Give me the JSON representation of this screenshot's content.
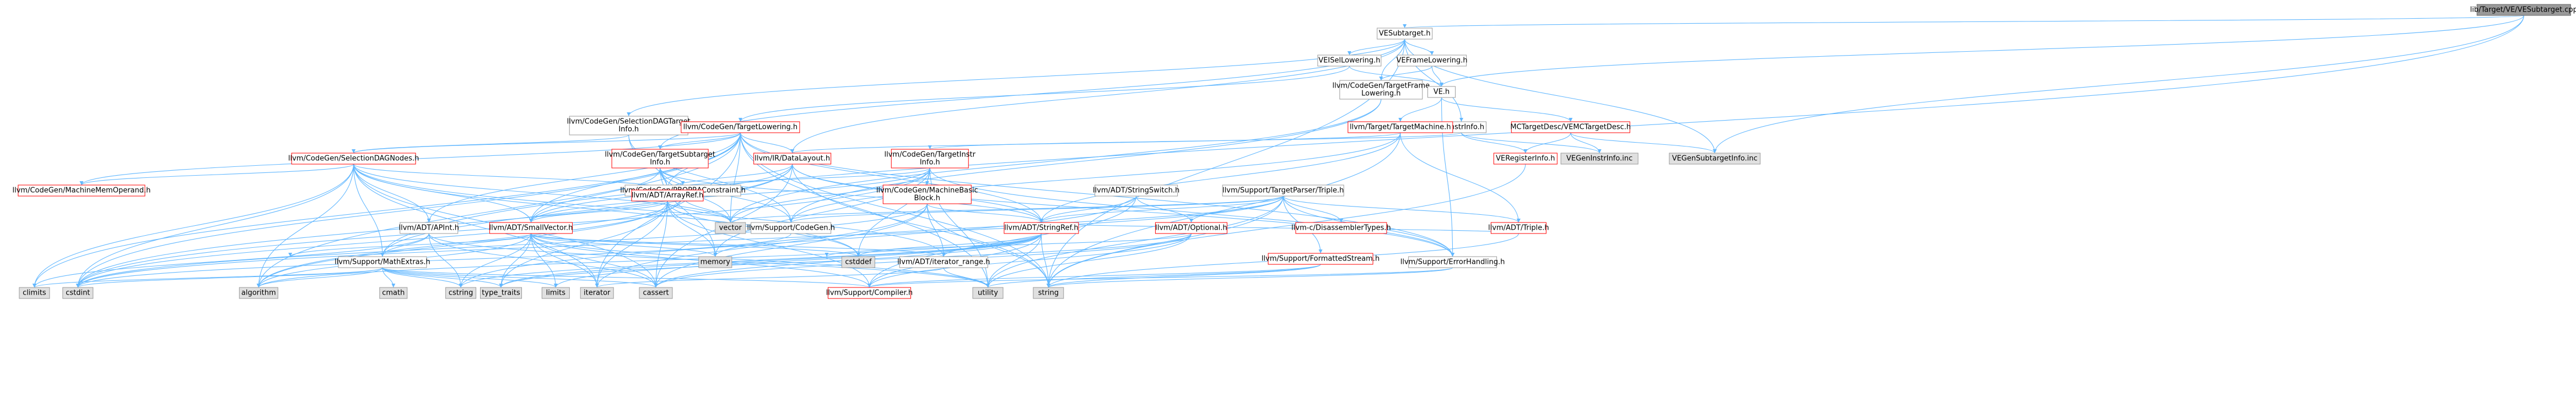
{
  "colors": {
    "edge": "#63b8ff",
    "default_fill": "#ffffff",
    "default_stroke": "#999999",
    "root_fill": "#999999",
    "root_stroke": "#666666",
    "red_stroke": "#ff0000",
    "gray_fill": "#e0e0e0",
    "gray_stroke": "#999999"
  },
  "nodes": [
    {
      "id": "root",
      "label": "lib/Target/VE/VESubtarget.cpp",
      "style": "root"
    },
    {
      "id": "vesubtarget_h",
      "label": "VESubtarget.h",
      "style": "normal"
    },
    {
      "id": "veisellowering_h",
      "label": "VEISelLowering.h",
      "style": "normal"
    },
    {
      "id": "veframelowering_h",
      "label": "VEFrameLowering.h",
      "style": "normal"
    },
    {
      "id": "tfl",
      "label": "llvm/CodeGen/TargetFrame\nLowering.h",
      "style": "normal"
    },
    {
      "id": "ve_h",
      "label": "VE.h",
      "style": "normal"
    },
    {
      "id": "seldagtargetinfo",
      "label": "llvm/CodeGen/SelectionDAGTarget\nInfo.h",
      "style": "normal"
    },
    {
      "id": "targetlowering",
      "label": "llvm/CodeGen/TargetLowering.h",
      "style": "red"
    },
    {
      "id": "veinstrinfo",
      "label": "VEInstrInfo.h",
      "style": "normal"
    },
    {
      "id": "targetmachine",
      "label": "llvm/Target/TargetMachine.h",
      "style": "red"
    },
    {
      "id": "mcvetargetdesc",
      "label": "MCTargetDesc/VEMCTargetDesc.h",
      "style": "red"
    },
    {
      "id": "vegensubtargetinfo",
      "label": "VEGenSubtargetInfo.inc",
      "style": "gray"
    },
    {
      "id": "vegeninstrinfo",
      "label": "VEGenInstrInfo.inc",
      "style": "gray"
    },
    {
      "id": "veregisterinfo",
      "label": "VERegisterInfo.h",
      "style": "red"
    },
    {
      "id": "seldagnodes",
      "label": "llvm/CodeGen/SelectionDAGNodes.h",
      "style": "red"
    },
    {
      "id": "targetsubtargetinfo",
      "label": "llvm/CodeGen/TargetSubtarget\nInfo.h",
      "style": "red"
    },
    {
      "id": "datalayout",
      "label": "llvm/IR/DataLayout.h",
      "style": "red"
    },
    {
      "id": "targetinstrinfo",
      "label": "llvm/CodeGen/TargetInstr\nInfo.h",
      "style": "red"
    },
    {
      "id": "machinememoperand",
      "label": "llvm/CodeGen/MachineMemOperand.h",
      "style": "red"
    },
    {
      "id": "pbqprac",
      "label": "llvm/CodeGen/PBQPRAConstraint.h",
      "style": "normal"
    },
    {
      "id": "arrayref",
      "label": "llvm/ADT/ArrayRef.h",
      "style": "red"
    },
    {
      "id": "machinebasicblock",
      "label": "llvm/CodeGen/MachineBasic\nBlock.h",
      "style": "red"
    },
    {
      "id": "stringswitch",
      "label": "llvm/ADT/StringSwitch.h",
      "style": "normal"
    },
    {
      "id": "targetparser",
      "label": "llvm/Support/TargetParser/Triple.h",
      "style": "normal"
    },
    {
      "id": "apint",
      "label": "llvm/ADT/APInt.h",
      "style": "normal"
    },
    {
      "id": "smallvector",
      "label": "llvm/ADT/SmallVector.h",
      "style": "red"
    },
    {
      "id": "vector",
      "label": "vector",
      "style": "gray"
    },
    {
      "id": "codegen",
      "label": "llvm/Support/CodeGen.h",
      "style": "normal"
    },
    {
      "id": "stringref",
      "label": "llvm/ADT/StringRef.h",
      "style": "red"
    },
    {
      "id": "optional",
      "label": "llvm/ADT/Optional.h",
      "style": "red"
    },
    {
      "id": "disasmtypes",
      "label": "llvm-c/DisassemblerTypes.h",
      "style": "red"
    },
    {
      "id": "triple",
      "label": "llvm/ADT/Triple.h",
      "style": "red"
    },
    {
      "id": "formattedstream",
      "label": "llvm/Support/FormattedStream.h",
      "style": "red"
    },
    {
      "id": "errorhandling",
      "label": "llvm/Support/ErrorHandling.h",
      "style": "normal"
    },
    {
      "id": "mathextras",
      "label": "llvm/Support/MathExtras.h",
      "style": "normal"
    },
    {
      "id": "iterator_range",
      "label": "llvm/ADT/iterator_range.h",
      "style": "normal"
    },
    {
      "id": "memory",
      "label": "memory",
      "style": "gray"
    },
    {
      "id": "cstddef",
      "label": "cstddef",
      "style": "gray"
    },
    {
      "id": "compiler",
      "label": "llvm/Support/Compiler.h",
      "style": "red"
    },
    {
      "id": "climits",
      "label": "climits",
      "style": "gray"
    },
    {
      "id": "cstdint",
      "label": "cstdint",
      "style": "gray"
    },
    {
      "id": "algorithm",
      "label": "algorithm",
      "style": "gray"
    },
    {
      "id": "cmath",
      "label": "cmath",
      "style": "gray"
    },
    {
      "id": "cstring",
      "label": "cstring",
      "style": "gray"
    },
    {
      "id": "type_traits",
      "label": "type_traits",
      "style": "gray"
    },
    {
      "id": "limits",
      "label": "limits",
      "style": "gray"
    },
    {
      "id": "iterator",
      "label": "iterator",
      "style": "gray"
    },
    {
      "id": "cassert",
      "label": "cassert",
      "style": "gray"
    },
    {
      "id": "utility",
      "label": "utility",
      "style": "gray"
    },
    {
      "id": "string",
      "label": "string",
      "style": "gray"
    }
  ],
  "edges": [
    [
      "root",
      "vesubtarget_h"
    ],
    [
      "root",
      "ve_h"
    ],
    [
      "root",
      "vegensubtargetinfo"
    ],
    [
      "root",
      "mathextras"
    ],
    [
      "vesubtarget_h",
      "veisellowering_h"
    ],
    [
      "vesubtarget_h",
      "veframelowering_h"
    ],
    [
      "vesubtarget_h",
      "tfl"
    ],
    [
      "vesubtarget_h",
      "veinstrinfo"
    ],
    [
      "vesubtarget_h",
      "seldagtargetinfo"
    ],
    [
      "vesubtarget_h",
      "targetsubtargetinfo"
    ],
    [
      "vesubtarget_h",
      "datalayout"
    ],
    [
      "vesubtarget_h",
      "vegensubtargetinfo"
    ],
    [
      "vesubtarget_h",
      "string"
    ],
    [
      "veisellowering_h",
      "ve_h"
    ],
    [
      "veisellowering_h",
      "targetlowering"
    ],
    [
      "veframelowering_h",
      "ve_h"
    ],
    [
      "veframelowering_h",
      "tfl"
    ],
    [
      "tfl",
      "codegen"
    ],
    [
      "tfl",
      "vector"
    ],
    [
      "ve_h",
      "mcvetargetdesc"
    ],
    [
      "ve_h",
      "targetmachine"
    ],
    [
      "ve_h",
      "errorhandling"
    ],
    [
      "veinstrinfo",
      "veregisterinfo"
    ],
    [
      "veinstrinfo",
      "targetinstrinfo"
    ],
    [
      "veinstrinfo",
      "vegeninstrinfo"
    ],
    [
      "mcvetargetdesc",
      "vegensubtargetinfo"
    ],
    [
      "mcvetargetdesc",
      "vegeninstrinfo"
    ],
    [
      "mcvetargetdesc",
      "veregisterinfo"
    ],
    [
      "targetmachine",
      "triple"
    ],
    [
      "targetmachine",
      "datalayout"
    ],
    [
      "targetmachine",
      "stringref"
    ],
    [
      "targetmachine",
      "codegen"
    ],
    [
      "targetmachine",
      "string"
    ],
    [
      "seldagtargetinfo",
      "seldagnodes"
    ],
    [
      "seldagtargetinfo",
      "arrayref"
    ],
    [
      "seldagtargetinfo",
      "codegen"
    ],
    [
      "targetlowering",
      "seldagnodes"
    ],
    [
      "targetlowering",
      "targetsubtargetinfo"
    ],
    [
      "targetlowering",
      "datalayout"
    ],
    [
      "targetlowering",
      "arrayref"
    ],
    [
      "targetlowering",
      "smallvector"
    ],
    [
      "targetlowering",
      "stringref"
    ],
    [
      "targetlowering",
      "vector"
    ],
    [
      "targetlowering",
      "apint"
    ],
    [
      "targetlowering",
      "machinememoperand"
    ],
    [
      "targetlowering",
      "errorhandling"
    ],
    [
      "targetlowering",
      "cstdint"
    ],
    [
      "targetlowering",
      "climits"
    ],
    [
      "targetlowering",
      "algorithm"
    ],
    [
      "targetlowering",
      "utility"
    ],
    [
      "targetlowering",
      "string"
    ],
    [
      "targetlowering",
      "iterator"
    ],
    [
      "seldagnodes",
      "machinememoperand"
    ],
    [
      "seldagnodes",
      "arrayref"
    ],
    [
      "seldagnodes",
      "apint"
    ],
    [
      "seldagnodes",
      "smallvector"
    ],
    [
      "seldagnodes",
      "iterator_range"
    ],
    [
      "seldagnodes",
      "mathextras"
    ],
    [
      "seldagnodes",
      "algorithm"
    ],
    [
      "seldagnodes",
      "cstddef"
    ],
    [
      "seldagnodes",
      "climits"
    ],
    [
      "seldagnodes",
      "cstdint"
    ],
    [
      "seldagnodes",
      "iterator"
    ],
    [
      "seldagnodes",
      "cassert"
    ],
    [
      "seldagnodes",
      "vector"
    ],
    [
      "targetsubtargetinfo",
      "pbqprac"
    ],
    [
      "targetsubtargetinfo",
      "arrayref"
    ],
    [
      "targetsubtargetinfo",
      "smallvector"
    ],
    [
      "targetsubtargetinfo",
      "stringref"
    ],
    [
      "targetsubtargetinfo",
      "codegen"
    ],
    [
      "targetsubtargetinfo",
      "memory"
    ],
    [
      "targetsubtargetinfo",
      "vector"
    ],
    [
      "pbqprac",
      "vector"
    ],
    [
      "pbqprac",
      "algorithm"
    ],
    [
      "pbqprac",
      "cstdint"
    ],
    [
      "datalayout",
      "arrayref"
    ],
    [
      "datalayout",
      "smallvector"
    ],
    [
      "datalayout",
      "stringref"
    ],
    [
      "datalayout",
      "mathextras"
    ],
    [
      "datalayout",
      "errorhandling"
    ],
    [
      "datalayout",
      "cassert"
    ],
    [
      "datalayout",
      "cstdint"
    ],
    [
      "datalayout",
      "string"
    ],
    [
      "targetinstrinfo",
      "machinebasicblock"
    ],
    [
      "targetinstrinfo",
      "arrayref"
    ],
    [
      "targetinstrinfo",
      "smallvector"
    ],
    [
      "targetinstrinfo",
      "errorhandling"
    ],
    [
      "targetinstrinfo",
      "cstddef"
    ],
    [
      "targetinstrinfo",
      "cstdint"
    ],
    [
      "targetinstrinfo",
      "utility"
    ],
    [
      "targetinstrinfo",
      "vector"
    ],
    [
      "targetinstrinfo",
      "memory"
    ],
    [
      "machinebasicblock",
      "iterator_range"
    ],
    [
      "machinebasicblock",
      "cassert"
    ],
    [
      "machinebasicblock",
      "cstdint"
    ],
    [
      "machinebasicblock",
      "iterator"
    ],
    [
      "machinebasicblock",
      "string"
    ],
    [
      "machinebasicblock",
      "stringref"
    ],
    [
      "arrayref",
      "smallvector"
    ],
    [
      "arrayref",
      "compiler"
    ],
    [
      "arrayref",
      "algorithm"
    ],
    [
      "arrayref",
      "cassert"
    ],
    [
      "arrayref",
      "cstddef"
    ],
    [
      "arrayref",
      "iterator"
    ],
    [
      "arrayref",
      "memory"
    ],
    [
      "arrayref",
      "type_traits"
    ],
    [
      "arrayref",
      "vector"
    ],
    [
      "apint",
      "mathextras"
    ],
    [
      "apint",
      "cassert"
    ],
    [
      "apint",
      "climits"
    ],
    [
      "apint",
      "cstring"
    ],
    [
      "apint",
      "utility"
    ],
    [
      "smallvector",
      "compiler"
    ],
    [
      "smallvector",
      "algorithm"
    ],
    [
      "smallvector",
      "cassert"
    ],
    [
      "smallvector",
      "cstddef"
    ],
    [
      "smallvector",
      "cstdlib"
    ],
    [
      "smallvector",
      "cstring"
    ],
    [
      "smallvector",
      "limits"
    ],
    [
      "smallvector",
      "iterator"
    ],
    [
      "smallvector",
      "memory"
    ],
    [
      "smallvector",
      "type_traits"
    ],
    [
      "smallvector",
      "utility"
    ],
    [
      "smallvector",
      "iterator_range"
    ],
    [
      "stringswitch",
      "stringref"
    ],
    [
      "stringswitch",
      "compiler"
    ],
    [
      "stringswitch",
      "cstring"
    ],
    [
      "stringswitch",
      "optional"
    ],
    [
      "targetparser",
      "triple"
    ],
    [
      "targetparser",
      "stringref"
    ],
    [
      "targetparser",
      "optional"
    ],
    [
      "targetparser",
      "disasmtypes"
    ],
    [
      "targetparser",
      "formattedstream"
    ],
    [
      "targetparser",
      "errorhandling"
    ],
    [
      "targetparser",
      "string"
    ],
    [
      "targetparser",
      "utility"
    ],
    [
      "targetparser",
      "vector"
    ],
    [
      "targetparser",
      "cstdint"
    ],
    [
      "targetparser",
      "memory"
    ],
    [
      "targetparser",
      "codegen"
    ],
    [
      "stringref",
      "iterator_range"
    ],
    [
      "stringref",
      "compiler"
    ],
    [
      "stringref",
      "algorithm"
    ],
    [
      "stringref",
      "cassert"
    ],
    [
      "stringref",
      "cstddef"
    ],
    [
      "stringref",
      "cstring"
    ],
    [
      "stringref",
      "limits"
    ],
    [
      "stringref",
      "string"
    ],
    [
      "stringref",
      "type_traits"
    ],
    [
      "stringref",
      "utility"
    ],
    [
      "optional",
      "compiler"
    ],
    [
      "optional",
      "cassert"
    ],
    [
      "optional",
      "new"
    ],
    [
      "optional",
      "utility"
    ],
    [
      "optional",
      "type_traits"
    ],
    [
      "formattedstream",
      "compiler"
    ],
    [
      "formattedstream",
      "utility"
    ],
    [
      "formattedstream",
      "string"
    ],
    [
      "errorhandling",
      "compiler"
    ],
    [
      "errorhandling",
      "string"
    ],
    [
      "mathextras",
      "compiler"
    ],
    [
      "mathextras",
      "cassert"
    ],
    [
      "mathextras",
      "climits"
    ],
    [
      "mathextras",
      "cmath"
    ],
    [
      "mathextras",
      "cstdint"
    ],
    [
      "mathextras",
      "cstring"
    ],
    [
      "mathextras",
      "limits"
    ],
    [
      "mathextras",
      "type_traits"
    ],
    [
      "mathextras",
      "algorithm"
    ],
    [
      "iterator_range",
      "utility"
    ],
    [
      "iterator_range",
      "iterator"
    ],
    [
      "triple",
      "stringref"
    ],
    [
      "triple",
      "string"
    ],
    [
      "codegen",
      "cstdint"
    ],
    [
      "veregisterinfo",
      "string"
    ]
  ]
}
